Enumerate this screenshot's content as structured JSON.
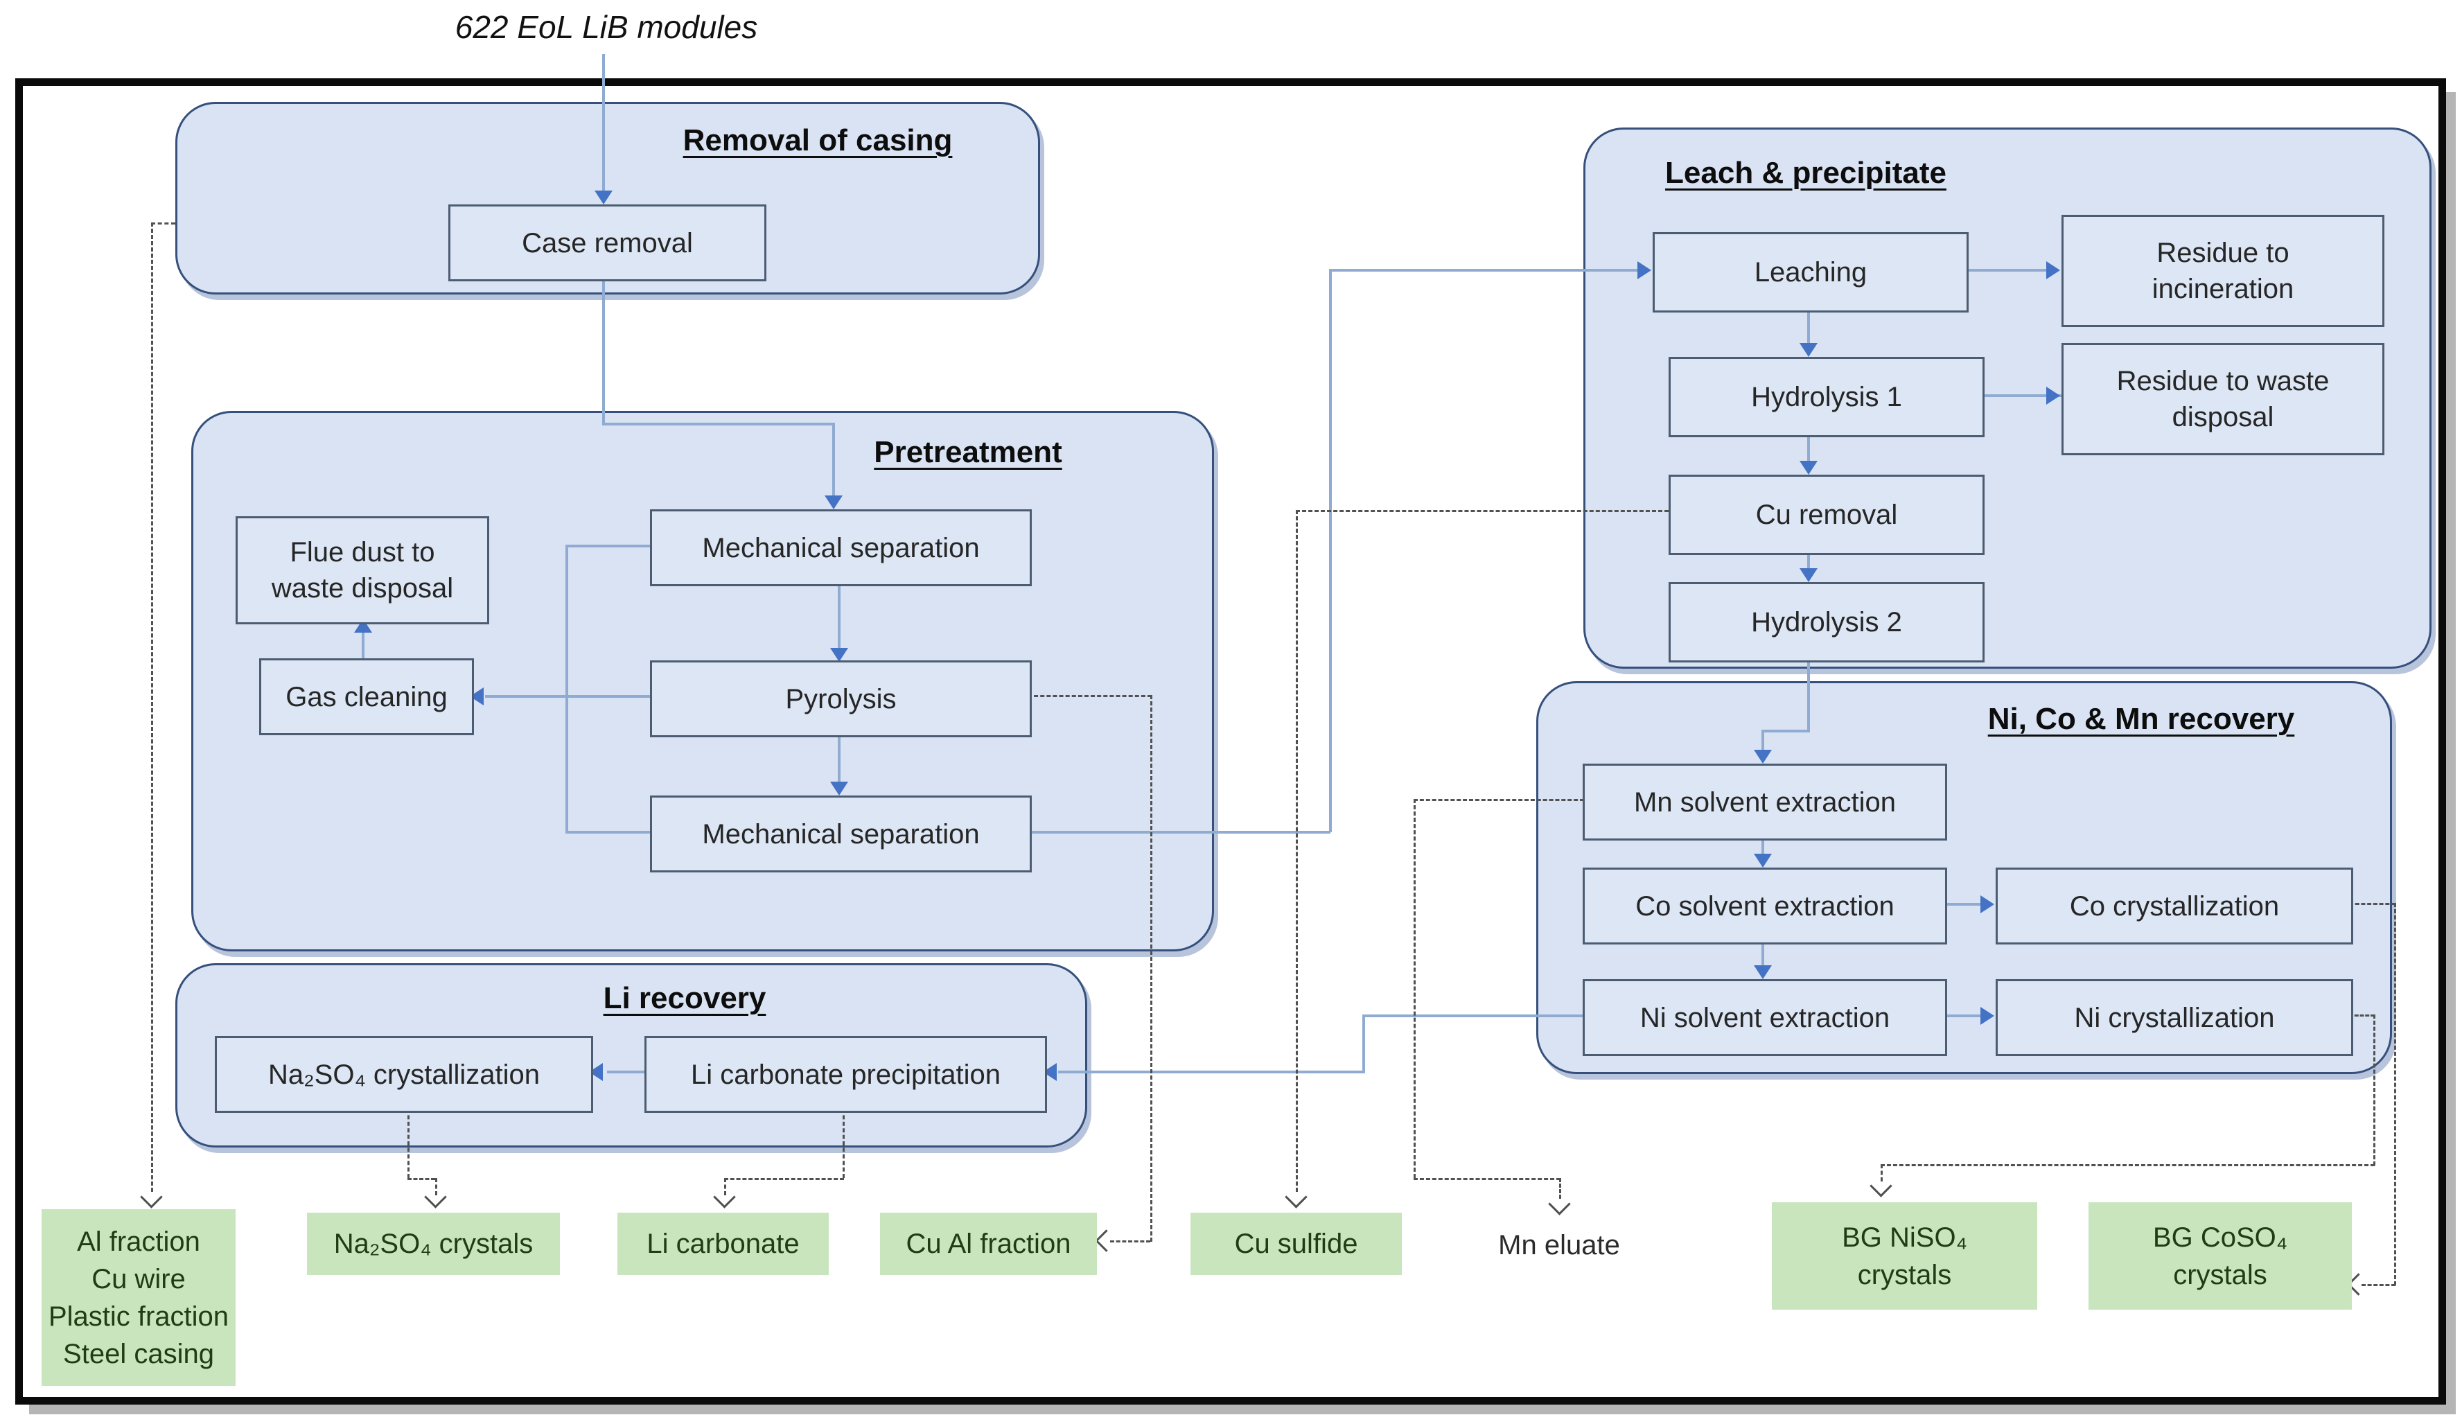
{
  "input_label": "622 EoL LiB modules",
  "groups": {
    "removal": {
      "title": "Removal of casing",
      "case_removal": "Case removal"
    },
    "pretreatment": {
      "title": "Pretreatment",
      "mech_sep_1": "Mechanical separation",
      "pyrolysis": "Pyrolysis",
      "mech_sep_2": "Mechanical separation",
      "gas_cleaning": "Gas cleaning",
      "flue_dust": "Flue dust to\nwaste disposal"
    },
    "leach": {
      "title": "Leach & precipitate",
      "leaching": "Leaching",
      "hydrolysis_1": "Hydrolysis 1",
      "cu_removal": "Cu removal",
      "hydrolysis_2": "Hydrolysis 2",
      "residue_incineration": "Residue to\nincineration",
      "residue_waste": "Residue to waste\ndisposal"
    },
    "ni_co_mn": {
      "title": "Ni, Co & Mn recovery",
      "mn_sx": "Mn solvent extraction",
      "co_sx": "Co solvent extraction",
      "ni_sx": "Ni solvent extraction",
      "co_cryst": "Co crystallization",
      "ni_cryst": "Ni crystallization"
    },
    "li": {
      "title": "Li recovery",
      "na2so4_cryst": "Na₂SO₄ crystallization",
      "li_carb_precip": "Li carbonate precipitation"
    }
  },
  "outputs": {
    "al_fraction": "Al fraction\nCu wire\nPlastic fraction\nSteel casing",
    "na2so4_crystals": "Na₂SO₄ crystals",
    "li_carbonate": "Li carbonate",
    "cu_al_fraction": "Cu Al fraction",
    "cu_sulfide": "Cu sulfide",
    "mn_eluate": "Mn eluate",
    "bg_niso4_crystals": "BG NiSO₄\ncrystals",
    "bg_coso4_crystals": "BG CoSO₄\ncrystals"
  },
  "colors": {
    "container_fill": "#d9e3f3",
    "container_border": "#35507c",
    "node_fill": "#dce6f4",
    "node_border": "#4c5c72",
    "green_fill": "#c8e5bd",
    "green_text": "#1e3c15",
    "solid_line": "#8fabd1",
    "arrow_blue": "#4472c4",
    "dashed_line": "#515151",
    "frame": "#0a0a0a"
  }
}
